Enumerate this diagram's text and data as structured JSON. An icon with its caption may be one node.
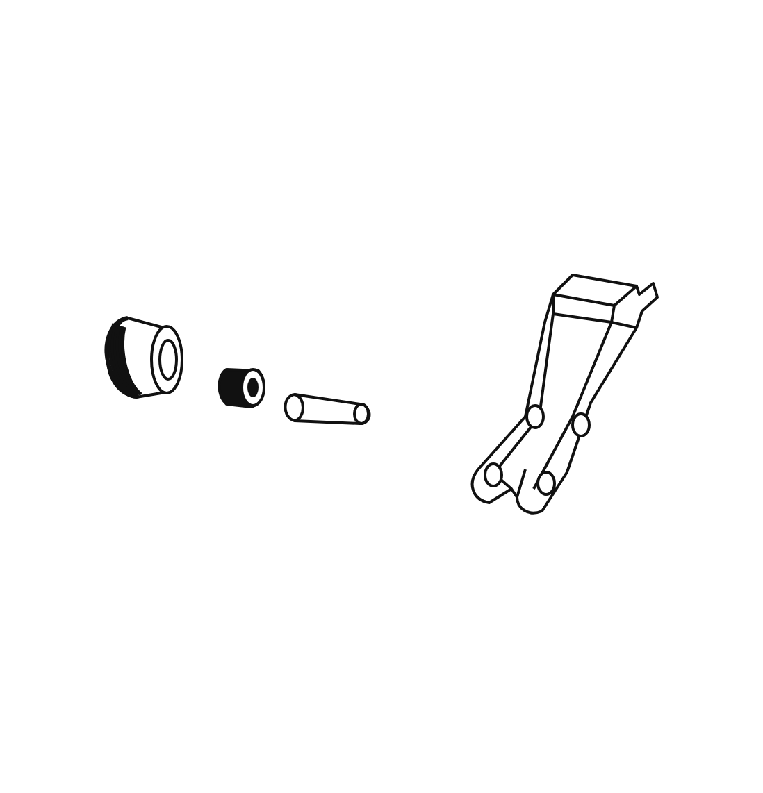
{
  "diagram": {
    "nodes": [
      {
        "text": [],
        "shape": "picture"
      },
      {
        "text": [],
        "shape": "picture"
      },
      {
        "text": [],
        "shape": "picture"
      },
      {
        "text": [],
        "shape": "picture"
      }
    ]
  }
}
